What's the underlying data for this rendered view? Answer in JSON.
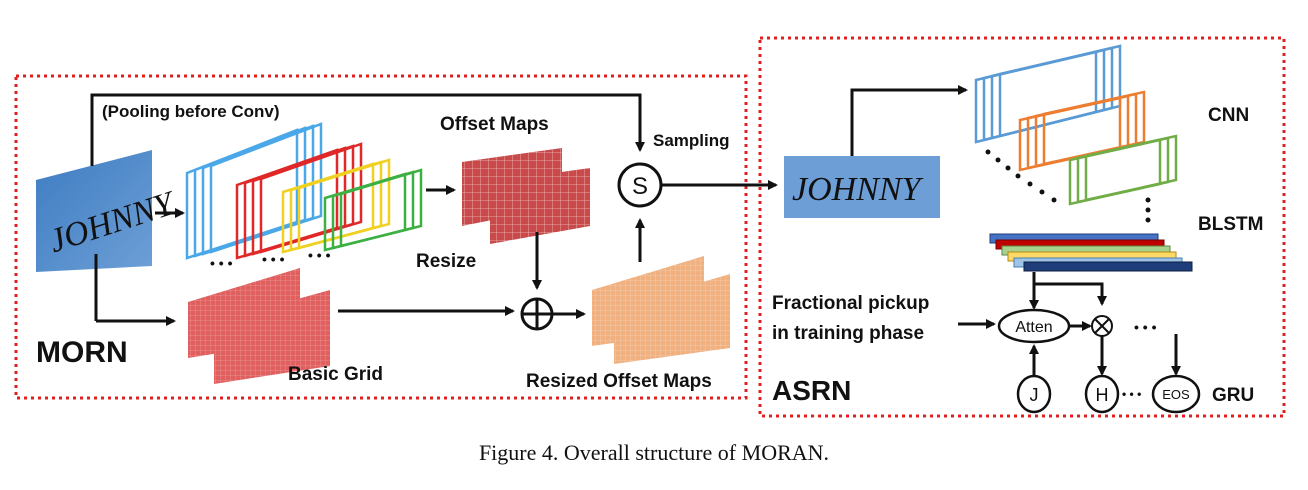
{
  "morn": {
    "title": "MORN",
    "pooling_label": "(Pooling before Conv)",
    "offset_maps_label": "Offset Maps",
    "resize_label": "Resize",
    "basic_grid_label": "Basic Grid",
    "resized_offset_maps_label": "Resized Offset Maps",
    "sampling_label": "Sampling",
    "sampler_symbol": "S",
    "ellipsis": "• • •"
  },
  "asrn": {
    "title": "ASRN",
    "cnn_label": "CNN",
    "blstm_label": "BLSTM",
    "fractional_label_line1": "Fractional pickup",
    "fractional_label_line2": "in training phase",
    "atten_label": "Atten",
    "multiply_symbol": "⊗",
    "j_label": "J",
    "h_label": "H",
    "eos_label": "EOS",
    "gru_label": "GRU",
    "ellipsis": "• • •"
  },
  "input_word": "JOHNNY",
  "caption": "Figure 4. Overall structure of MORAN.",
  "colors": {
    "dotted_border": "#e02020",
    "blue": "#4aa8e8",
    "red": "#e02828",
    "yellow": "#f0d020",
    "green": "#3cb043",
    "offset_map": "#c94a4a",
    "basic_grid": "#e06060",
    "resized_map": "#f0b080",
    "cnn_blue": "#5b9bd5",
    "cnn_orange": "#ed7d31",
    "cnn_green": "#70ad47"
  }
}
